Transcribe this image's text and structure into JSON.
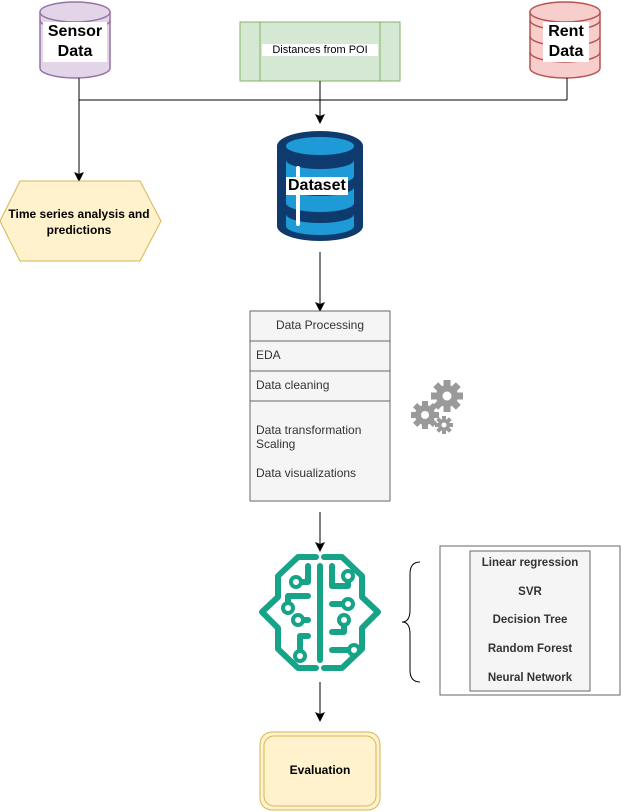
{
  "nodes": {
    "sensor_data": {
      "line1": "Sensor",
      "line2": "Data",
      "fill": "#e1d5e7",
      "stroke": "#9673a6"
    },
    "distances_poi": {
      "label": "Distances from POI",
      "fill": "#d5e8d4",
      "stroke": "#82b366"
    },
    "rent_data": {
      "line1": "Rent",
      "line2": "Data",
      "fill": "#f8cecc",
      "stroke": "#b85450"
    },
    "time_series": {
      "label": "Time series analysis and predictions",
      "fill": "#fff2cc",
      "stroke": "#d6b656"
    },
    "dataset": {
      "label": "Dataset",
      "fill": "#1e9ad6",
      "stroke": "#0f3a6e"
    },
    "evaluation": {
      "label": "Evaluation",
      "fill": "#fff2cc",
      "stroke": "#d6b656"
    }
  },
  "data_processing": {
    "title": "Data Processing",
    "rows": [
      "EDA",
      "Data cleaning"
    ],
    "block": [
      "Data transformation",
      "Scaling",
      "Data visualizations"
    ]
  },
  "models": {
    "items": [
      "Linear regression",
      "SVR",
      "Decision Tree",
      "Random Forest",
      "Neural Network"
    ]
  },
  "icons": {
    "gears": "gears-icon",
    "brain": "ai-brain-circuit-icon",
    "brace": "left-curly-brace"
  },
  "colors": {
    "brain": "#16a388",
    "gear": "#9a9a9a",
    "box_fill": "#f5f5f5",
    "box_stroke": "#666666"
  }
}
